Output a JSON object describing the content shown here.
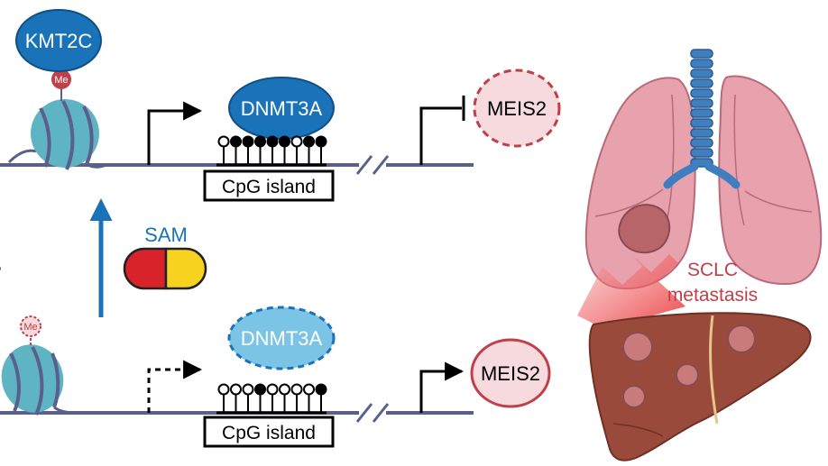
{
  "top": {
    "kmt2c": "KMT2C",
    "me": "Me",
    "dnmt3a": "DNMT3A",
    "cpg": "CpG island",
    "meis2": "MEIS2"
  },
  "middle": {
    "sam": "SAM"
  },
  "bottom": {
    "me": "Me",
    "dnmt3a": "DNMT3A",
    "cpg": "CpG island",
    "meis2": "MEIS2"
  },
  "organs": {
    "label_line1": "SCLC",
    "label_line2": "metastasis"
  },
  "colors": {
    "blue_dark": "#1a73b8",
    "blue_light": "#7cc4e6",
    "dna_line": "#5a5f8c",
    "nucleosome": "#5fb4c4",
    "me_red": "#c0404a",
    "meis2_pink": "#f7dadd",
    "meis2_border": "#c0404a",
    "sam_red": "#d9232a",
    "sam_yellow": "#f7d21e",
    "lung": "#e8a2ae",
    "liver": "#9a4a3a",
    "label_red": "#c0404a"
  }
}
